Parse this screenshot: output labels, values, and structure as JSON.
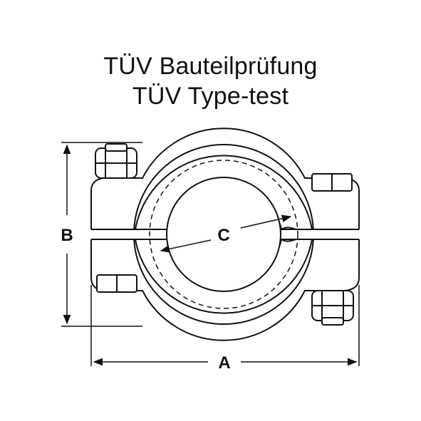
{
  "title": {
    "line1": "TÜV Bauteilprüfung",
    "line2": "TÜV Type-test"
  },
  "dimensions": {
    "a_label": "A",
    "b_label": "B",
    "c_label": "C"
  },
  "colors": {
    "stroke": "#111111",
    "fill": "#ffffff"
  }
}
